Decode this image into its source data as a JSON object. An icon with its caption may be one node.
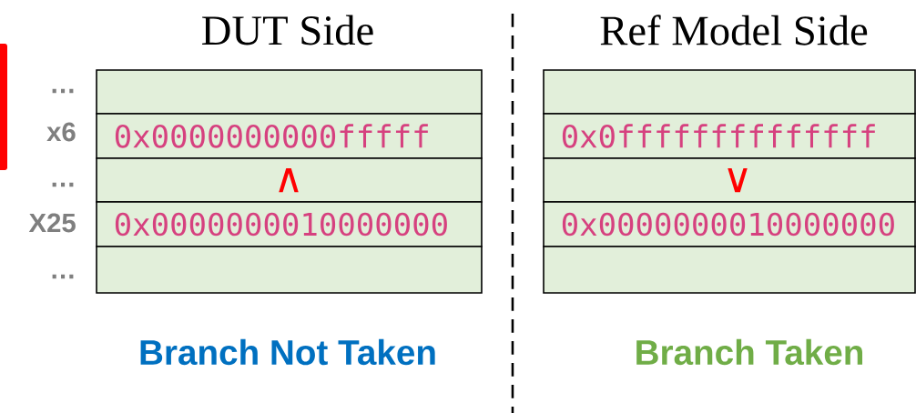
{
  "diagram": {
    "nodes": [
      {
        "text": [],
        "shape": "box"
      },
      {
        "text": [
          "0x0000000000fffff"
        ]
      },
      {
        "text": [],
        "shape": "box"
      },
      {
        "text": [
          "0x0000000010000000"
        ]
      },
      {
        "text": [],
        "shape": "box"
      },
      {
        "text": [],
        "shape": "box"
      },
      {
        "text": [
          "0x0ffffffffffffff"
        ]
      },
      {
        "text": [],
        "shape": "box"
      },
      {
        "text": [
          "0x0000000010000000"
        ]
      },
      {
        "text": [],
        "shape": "box"
      }
    ],
    "labels": [
      "DUT Side",
      "Ref Model Side",
      "…",
      "x6",
      "…",
      "X25",
      "…",
      "∧",
      "∨",
      "Branch Not Taken",
      "Branch Taken"
    ]
  }
}
